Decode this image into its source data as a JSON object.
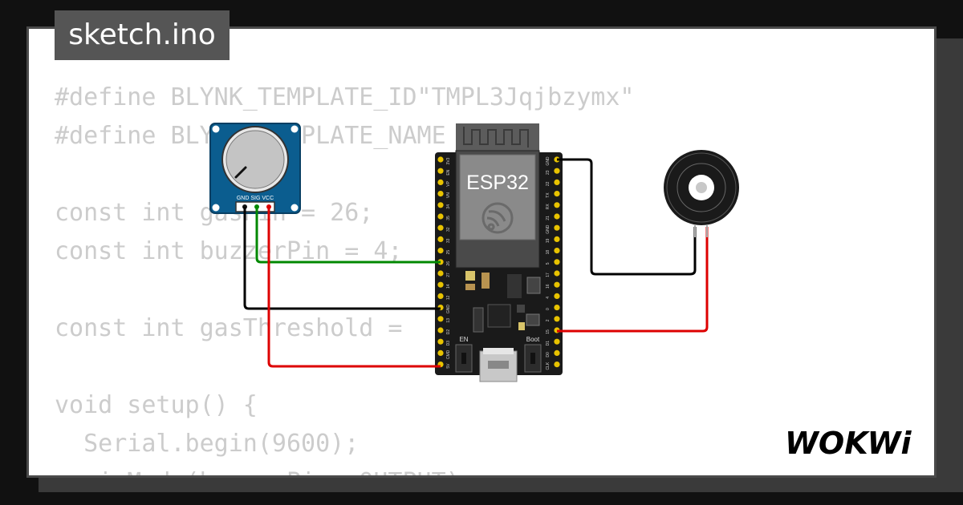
{
  "tab": {
    "filename": "sketch.ino"
  },
  "code": {
    "lines": [
      "#define BLYNK_TEMPLATE_ID\"TMPL3Jqjbzymx\"",
      "#define BLYNK_TEMPLATE_NAME",
      "",
      "const int gasPin = 26;",
      "const int buzzerPin = 4;",
      "",
      "const int gasThreshold = ",
      "",
      "void setup() {",
      "  Serial.begin(9600);",
      "  pinMode(buzzerPin, OUTPUT);"
    ]
  },
  "components": {
    "esp32": {
      "label": "ESP32",
      "left_pins": [
        "3V3",
        "EN",
        "VP",
        "VN",
        "34",
        "35",
        "32",
        "33",
        "25",
        "26",
        "27",
        "14",
        "12",
        "GND",
        "13",
        "D2",
        "D3",
        "CMD",
        "5V"
      ],
      "right_pins": [
        "GND",
        "23",
        "22",
        "TX",
        "RX",
        "21",
        "GND",
        "19",
        "18",
        "5",
        "17",
        "16",
        "4",
        "0",
        "2",
        "15",
        "D1",
        "D0",
        "CLK"
      ],
      "button_en": "EN",
      "button_boot": "Boot"
    },
    "pot": {
      "pin_labels": "GND SIG VCC"
    }
  },
  "branding": {
    "logo": "WOKWi"
  },
  "colors": {
    "background": "#111111",
    "card": "#ffffff",
    "tab": "#555555",
    "code_text": "#cccccc",
    "wire_green": "#008800",
    "wire_black": "#000000",
    "wire_red": "#dd0000",
    "pcb_blue": "#0b5d8f",
    "board_black": "#1a1a1a"
  }
}
